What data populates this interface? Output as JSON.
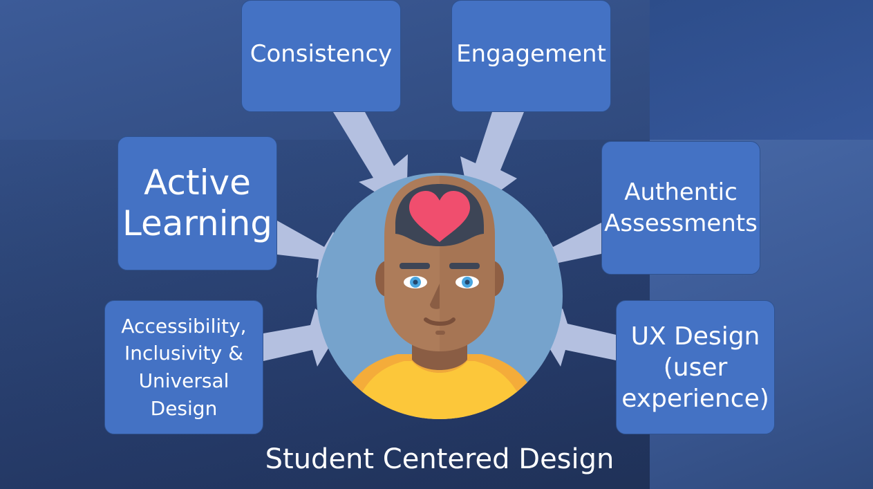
{
  "diagram": {
    "boxes": {
      "consistency": "Consistency",
      "engagement": "Engagement",
      "active_learning": [
        "Active",
        "Learning"
      ],
      "authentic_assessments": [
        "Authentic",
        "Assessments"
      ],
      "accessibility": [
        "Accessibility,",
        "Inclusivity &",
        "Universal",
        "Design"
      ],
      "ux_design": [
        "UX Design",
        "(user",
        "experience)"
      ]
    },
    "center_label": "Student Centered Design",
    "center_icon": "student-head-with-heart-icon"
  },
  "colors": {
    "box_fill": "#4472c4",
    "arrow_fill": "#b4c0e0",
    "circle_fill": "#76a3cc",
    "heart": "#f04e6e",
    "shirt": "#fcc73a",
    "skin": "#ad7c5a"
  }
}
